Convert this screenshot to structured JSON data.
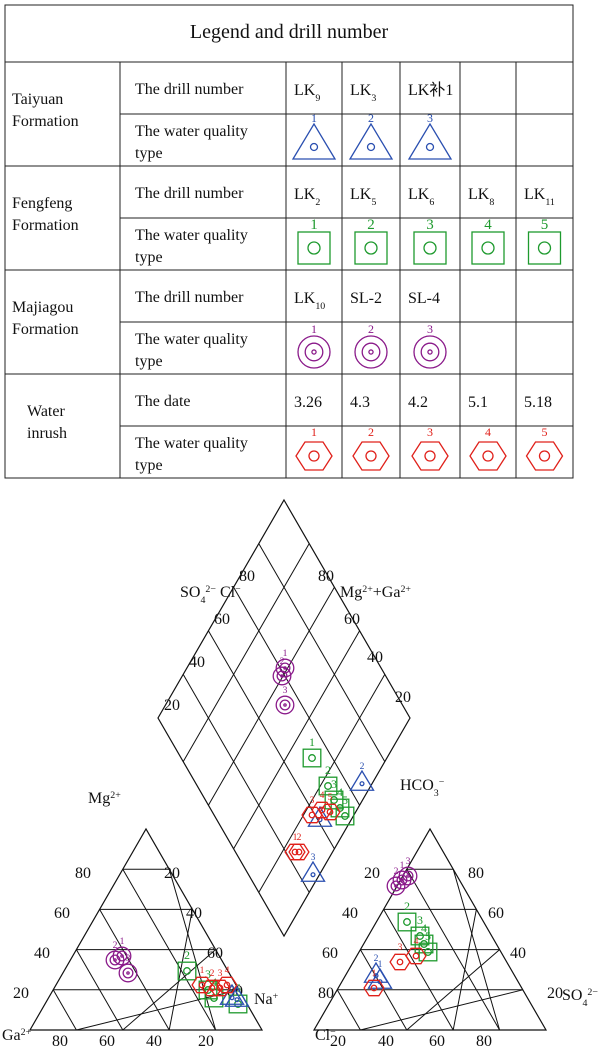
{
  "legend": {
    "title": "Legend and drill number",
    "groups": [
      {
        "name_line1": "Taiyuan",
        "name_line2": "Formation",
        "row1_label": "The drill number",
        "row2_label_line1": "The water quality",
        "row2_label_line2": "type",
        "symbol": "triangle",
        "color": "#2a4fb0",
        "drills": [
          {
            "base": "LK",
            "sub": "9"
          },
          {
            "base": "LK",
            "sub": "3"
          },
          {
            "base": "LK补1",
            "sub": ""
          }
        ],
        "numbers": [
          "1",
          "2",
          "3"
        ]
      },
      {
        "name_line1": "Fengfeng",
        "name_line2": "Formation",
        "row1_label": "The drill number",
        "row2_label_line1": "The water quality",
        "row2_label_line2": "type",
        "symbol": "square",
        "color": "#1e9a2e",
        "drills": [
          {
            "base": "LK",
            "sub": "2"
          },
          {
            "base": "LK",
            "sub": "5"
          },
          {
            "base": "LK",
            "sub": "6"
          },
          {
            "base": "LK",
            "sub": "8"
          },
          {
            "base": "LK",
            "sub": "11"
          }
        ],
        "numbers": [
          "1",
          "2",
          "3",
          "4",
          "5"
        ]
      },
      {
        "name_line1": "Majiagou",
        "name_line2": "Formation",
        "row1_label": "The drill number",
        "row2_label_line1": "The water quality",
        "row2_label_line2": "type",
        "symbol": "circle",
        "color": "#8a1a8a",
        "drills": [
          {
            "base": "LK",
            "sub": "10"
          },
          {
            "base": "SL-2",
            "sub": ""
          },
          {
            "base": "SL-4",
            "sub": ""
          }
        ],
        "numbers": [
          "1",
          "2",
          "3"
        ]
      },
      {
        "name_line1": "Water",
        "name_line2": "inrush",
        "row1_label": "The date",
        "row2_label_line1": "The water quality",
        "row2_label_line2": "type",
        "symbol": "hexagon",
        "color": "#e0201a",
        "drills": [
          {
            "base": "3.26",
            "sub": ""
          },
          {
            "base": "4.3",
            "sub": ""
          },
          {
            "base": "4.2",
            "sub": ""
          },
          {
            "base": "5.1",
            "sub": ""
          },
          {
            "base": "5.18",
            "sub": ""
          }
        ],
        "numbers": [
          "1",
          "2",
          "3",
          "4",
          "5"
        ]
      }
    ]
  },
  "piper": {
    "cation_top": "Mg",
    "cation_top_sup": "2+",
    "cation_right": "Na",
    "cation_right_sup": "+",
    "cation_left": "Ga",
    "cation_left_sup": "2+",
    "anion_top": "HCO",
    "anion_top_sub": "3",
    "anion_top_sup": "−",
    "anion_right": "SO",
    "anion_right_sub": "4",
    "anion_right_sup": "2−",
    "anion_left": "Cl",
    "anion_left_sup": "−",
    "diamond_left_a": "SO",
    "diamond_left_a_sub": "4",
    "diamond_left_a_sup": "2−",
    "diamond_left_b": "Cl",
    "diamond_left_b_sup": "−",
    "diamond_right": "Mg",
    "diamond_right_sup": "2+",
    "diamond_right_b": "+Ga",
    "diamond_right_b_sup": "2+",
    "tick_values": [
      "20",
      "40",
      "60",
      "80"
    ]
  }
}
